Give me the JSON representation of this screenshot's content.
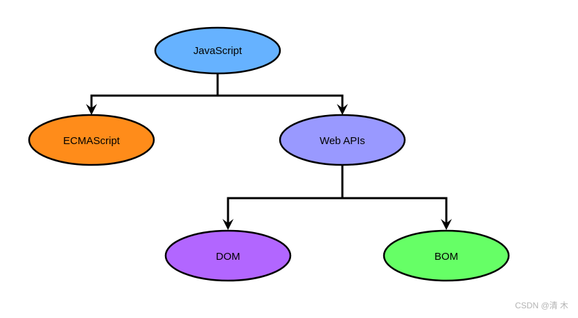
{
  "diagram": {
    "nodes": {
      "javascript": {
        "label": "JavaScript",
        "color": "#66b2ff"
      },
      "ecmascript": {
        "label": "ECMAScript",
        "color": "#ff8c1a"
      },
      "webapis": {
        "label": "Web APIs",
        "color": "#9999ff"
      },
      "dom": {
        "label": "DOM",
        "color": "#b266ff"
      },
      "bom": {
        "label": "BOM",
        "color": "#66ff66"
      }
    },
    "edges": [
      {
        "from": "JavaScript",
        "to": "ECMAScript"
      },
      {
        "from": "JavaScript",
        "to": "Web APIs"
      },
      {
        "from": "Web APIs",
        "to": "DOM"
      },
      {
        "from": "Web APIs",
        "to": "BOM"
      }
    ]
  },
  "watermark": {
    "text": "CSDN @清 木"
  }
}
